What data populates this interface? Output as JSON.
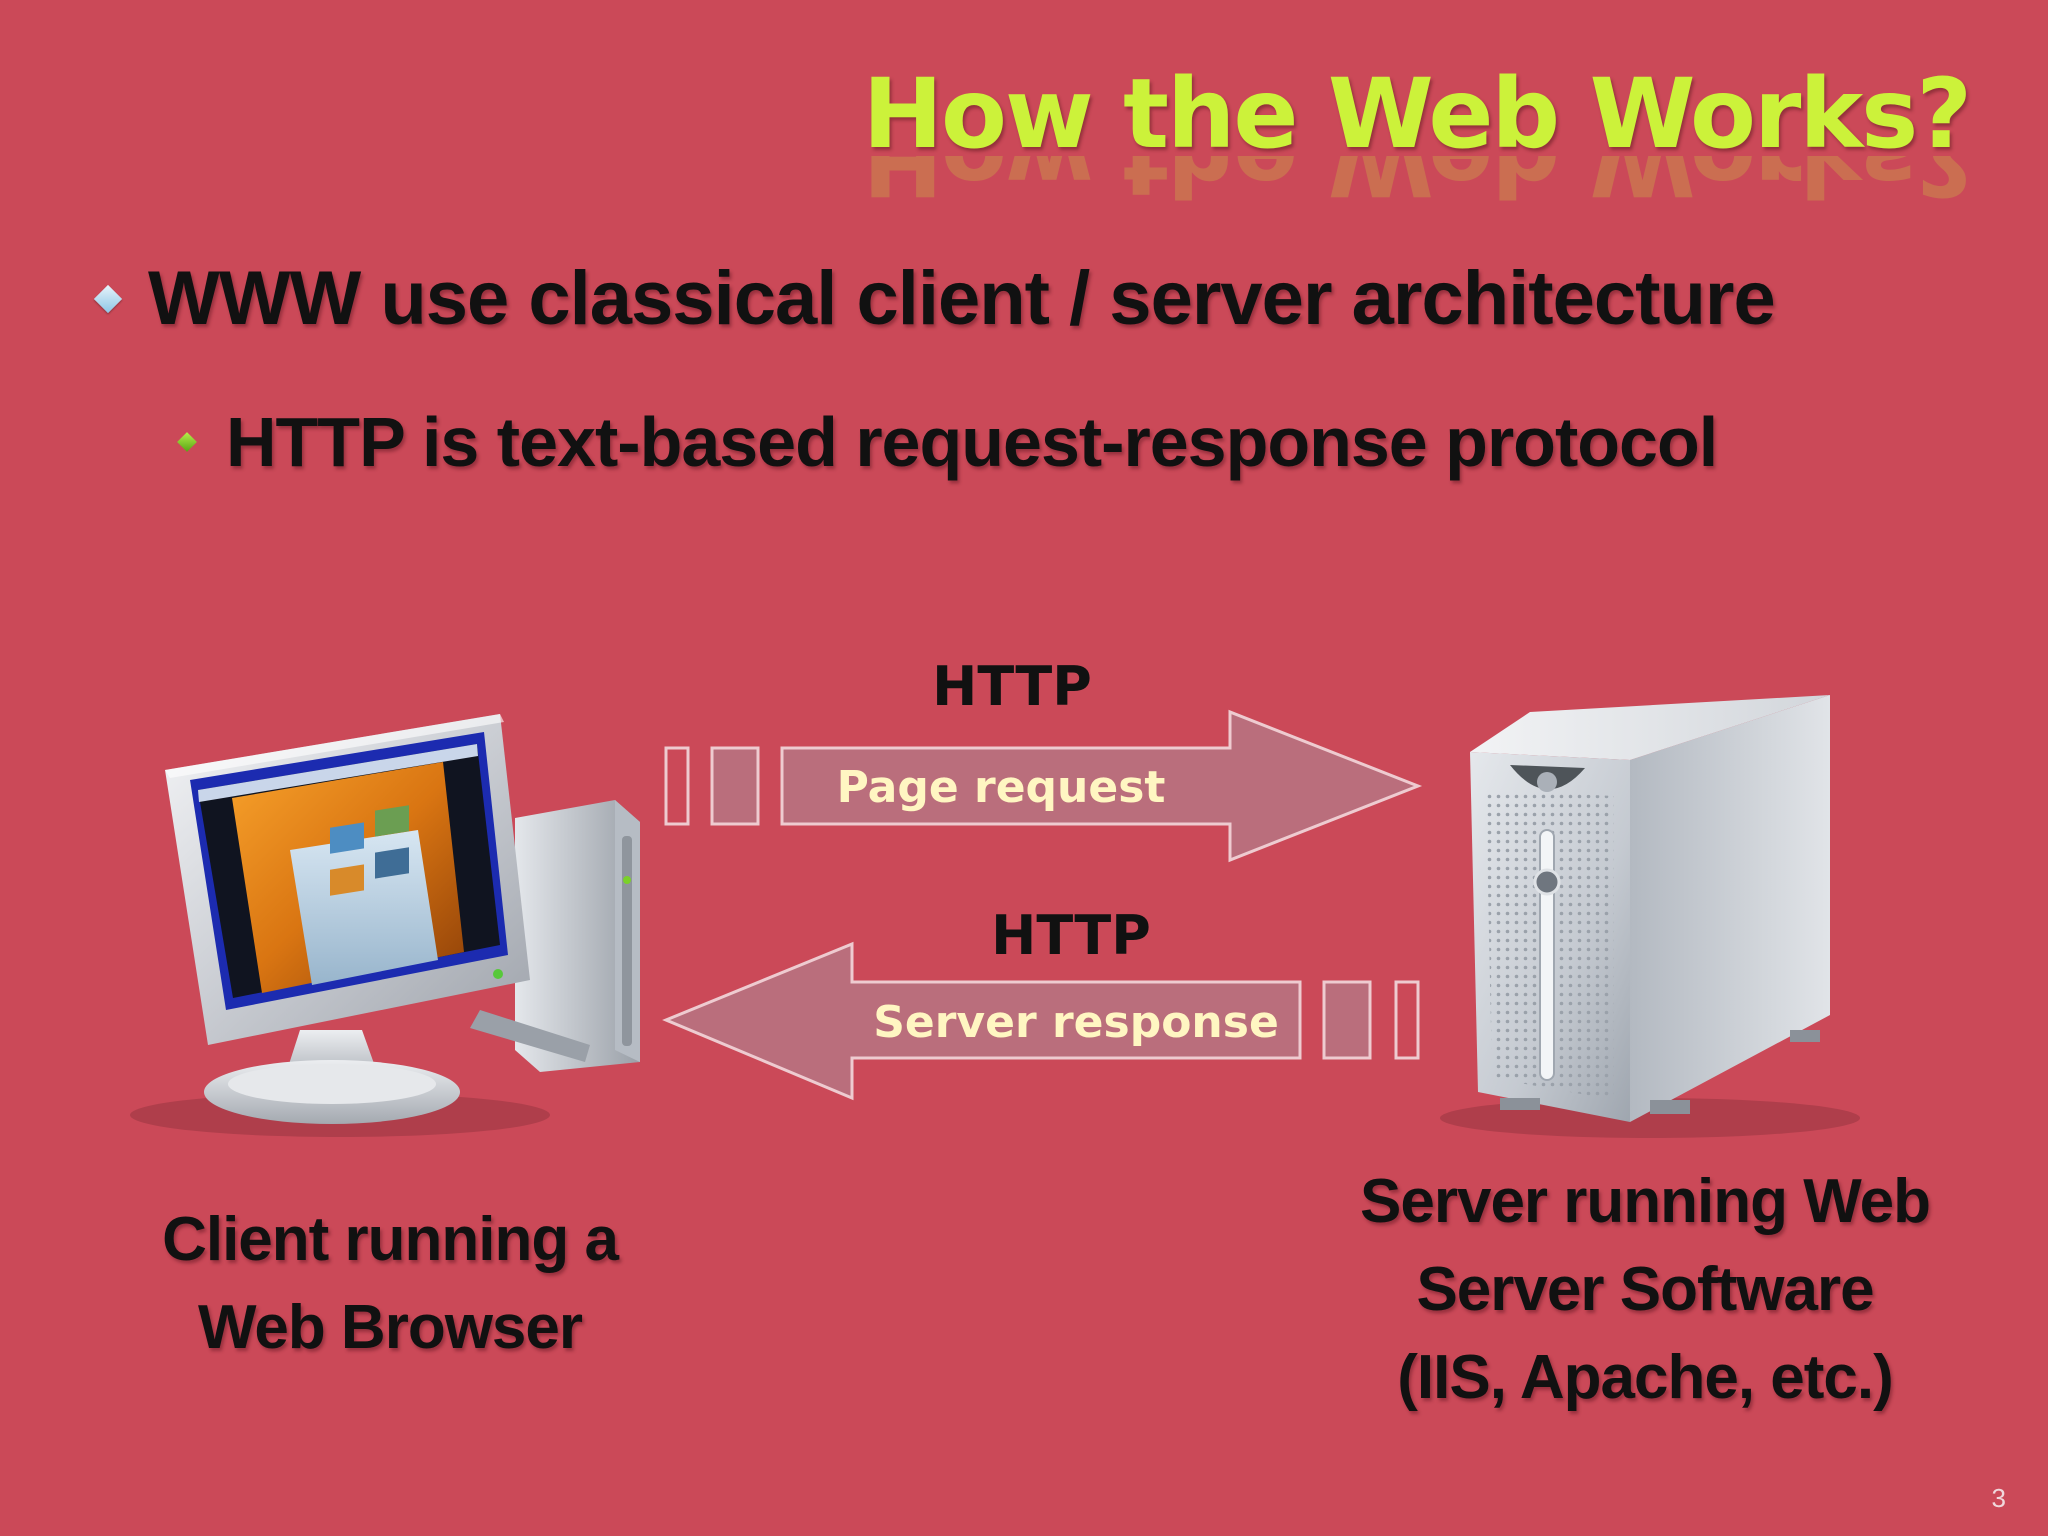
{
  "slide": {
    "title": "How the Web Works?",
    "page_number": "3"
  },
  "bullets": [
    {
      "level": 1,
      "text": "WWW use classical client / server architecture",
      "marker_color": "#9fd0ea"
    },
    {
      "level": 2,
      "text": "HTTP is text-based request-response protocol",
      "marker_color": "#7bd12a"
    }
  ],
  "diagram": {
    "request": {
      "protocol": "HTTP",
      "label": "Page request",
      "direction": "client-to-server"
    },
    "response": {
      "protocol": "HTTP",
      "label": "Server response",
      "direction": "server-to-client"
    },
    "client": {
      "icon": "desktop-computer-icon",
      "caption_lines": [
        "Client running a",
        "Web Browser"
      ]
    },
    "server": {
      "icon": "server-tower-icon",
      "caption_lines": [
        "Server running Web",
        "Server Software",
        "(IIS, Apache, etc.)"
      ]
    }
  },
  "colors": {
    "background": "#cb4958",
    "title": "#ccf23a",
    "arrow_fill": "#ba6e7c",
    "arrow_text": "#fff6c2",
    "body_text": "#111111"
  }
}
